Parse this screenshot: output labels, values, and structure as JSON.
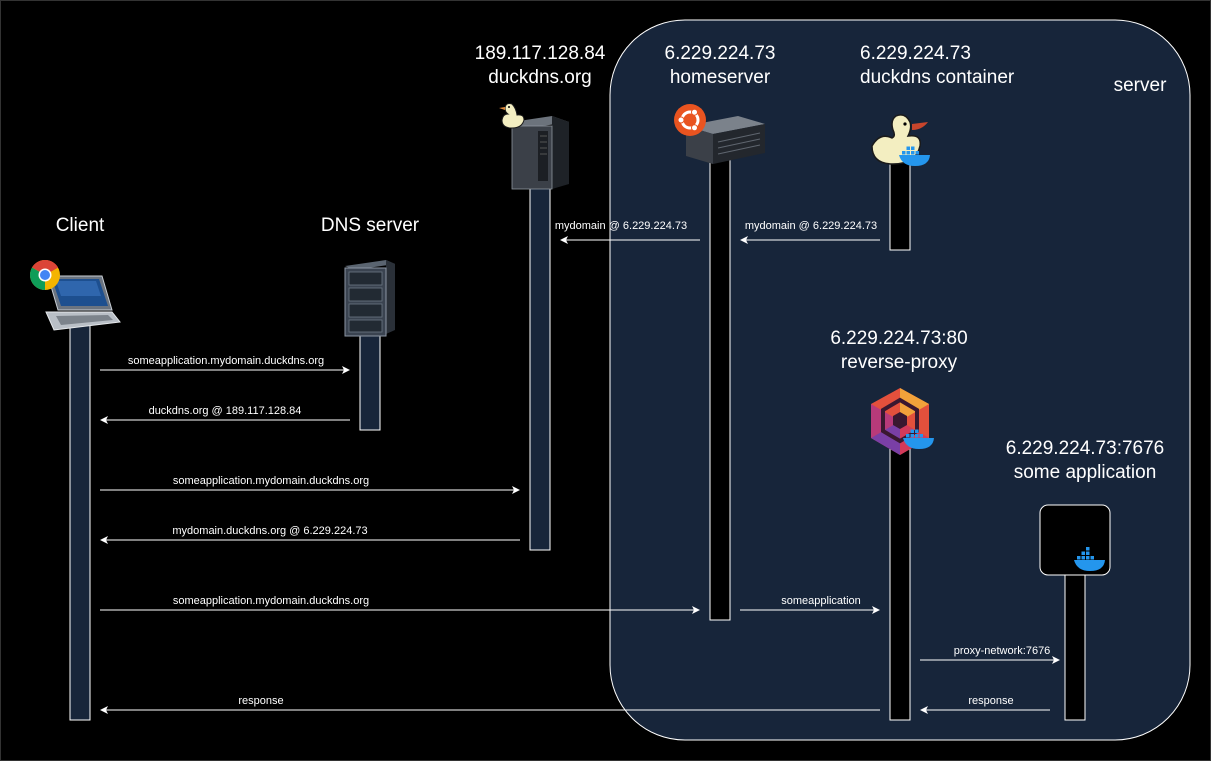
{
  "colors": {
    "background": "#000000",
    "server_region_fill": "#17253a",
    "lifeline_fill": "#17253a",
    "lifeline_dark_fill": "#000000",
    "stroke": "#ffffff",
    "docker": "#2496ed",
    "ubuntu": "#e95420",
    "chrome_red": "#db4437",
    "chrome_green": "#0f9d58",
    "chrome_yellow": "#f4b400",
    "chrome_blue": "#4285f4"
  },
  "server_region": {
    "label": "server"
  },
  "actors": {
    "client": {
      "label": "Client",
      "icon": "laptop-with-chrome-icon"
    },
    "dns_server": {
      "label": "DNS server",
      "icon": "server-rack-icon"
    },
    "duckdns_org": {
      "label_line1": "189.117.128.84",
      "label_line2": "duckdns.org",
      "icon": "tower-server-with-duck-icon"
    },
    "homeserver": {
      "label_line1": "6.229.224.73",
      "label_line2": "homeserver",
      "icon": "rack-server-with-ubuntu-icon"
    },
    "duckdns_container": {
      "label_line1": "6.229.224.73",
      "label_line2": "duckdns container",
      "icon": "duck-docker-icon"
    },
    "reverse_proxy": {
      "label_line1": "6.229.224.73:80",
      "label_line2": "reverse-proxy",
      "icon": "nginx-proxy-manager-docker-icon"
    },
    "some_application": {
      "label_line1": "6.229.224.73:7676",
      "label_line2": "some application",
      "icon": "docker-app-icon"
    }
  },
  "messages": [
    {
      "text": "mydomain @  6.229.224.73"
    },
    {
      "text": "mydomain @  6.229.224.73"
    },
    {
      "text": "someapplication.mydomain.duckdns.org"
    },
    {
      "text": "duckdns.org @ 189.117.128.84"
    },
    {
      "text": "someapplication.mydomain.duckdns.org"
    },
    {
      "text": "mydomain.duckdns.org @ 6.229.224.73"
    },
    {
      "text": "someapplication.mydomain.duckdns.org"
    },
    {
      "text": "someapplication"
    },
    {
      "text": "proxy-network:7676"
    },
    {
      "text": "response"
    },
    {
      "text": "response"
    }
  ]
}
